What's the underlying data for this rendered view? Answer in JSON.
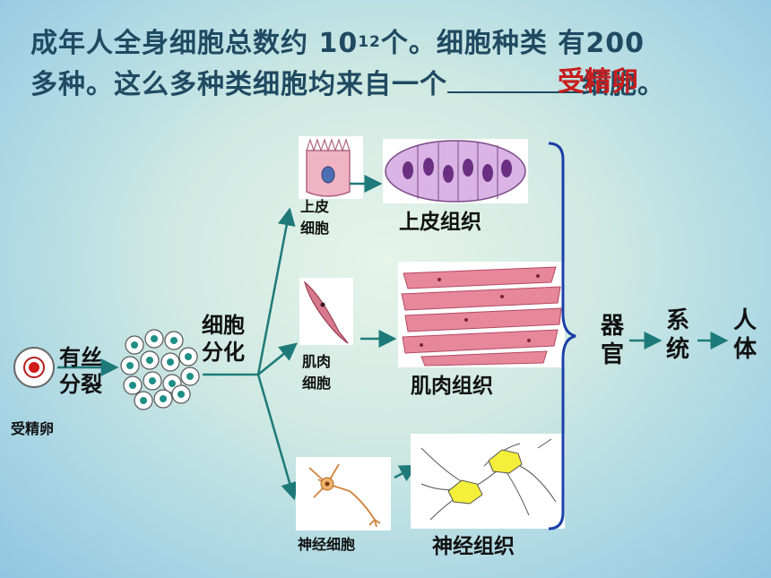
{
  "title": {
    "line1_before": "成年人全身细胞总数约 10",
    "line1_sup": "12",
    "line1_after": "个。细胞种类 有200",
    "line2_before": "多种。这么多种类细胞均来自一个",
    "line2_after": "细胞。",
    "answer": "受精卵"
  },
  "zygote": {
    "label": "受精卵"
  },
  "mitosis": {
    "label_line1": "有丝",
    "label_line2": "分裂"
  },
  "differentiation": {
    "label_line1": "细胞",
    "label_line2": "分化"
  },
  "cells": {
    "epithelial": {
      "line1": "上皮",
      "line2": "细胞"
    },
    "muscle": {
      "line1": "肌肉",
      "line2": "细胞"
    },
    "nerve": {
      "label": "神经细胞"
    }
  },
  "tissues": {
    "epithelial": "上皮组织",
    "muscle": "肌肉组织",
    "nerve": "神经组织"
  },
  "hierarchy": {
    "organ": [
      "器",
      "官"
    ],
    "system": [
      "系",
      "统"
    ],
    "body": [
      "人",
      "体"
    ]
  },
  "colors": {
    "title": "#1f4a62",
    "answer": "#c81d1d",
    "arrow": "#1e7a7a",
    "brace": "#1a3fa8"
  }
}
